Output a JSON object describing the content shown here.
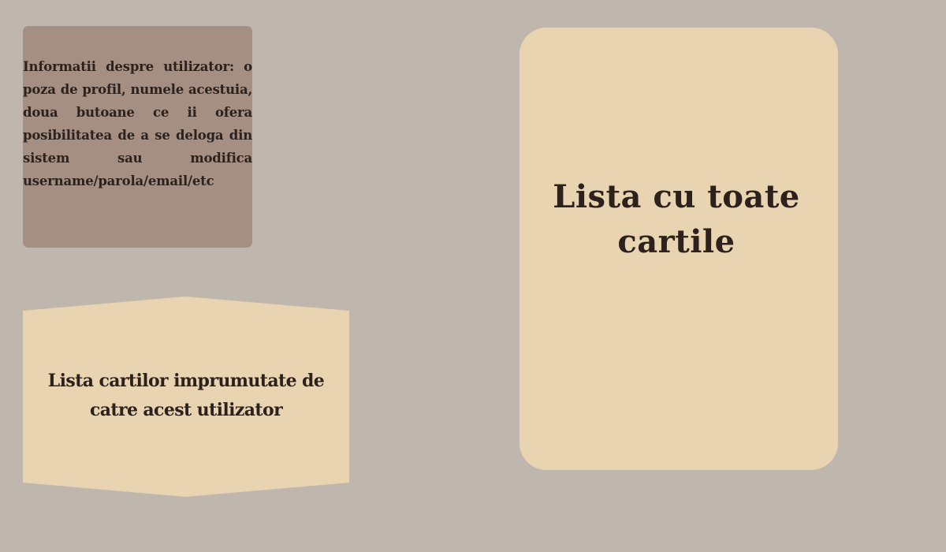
{
  "user_panel": {
    "text": "Informatii despre utilizator: o poza de profil, numele acestuia, doua butoane ce ii ofera posibilitatea de a se deloga din sistem sau modifica username/parola/email/etc"
  },
  "borrowed_panel": {
    "label": "Lista cartilor imprumutate de catre acest utilizator"
  },
  "all_books_panel": {
    "title": "Lista cu toate cartile"
  },
  "colors": {
    "background": "#bfb6ae",
    "user_panel_bg": "#a48f82",
    "card_bg": "#e9d4b2",
    "text": "#2c211d"
  }
}
